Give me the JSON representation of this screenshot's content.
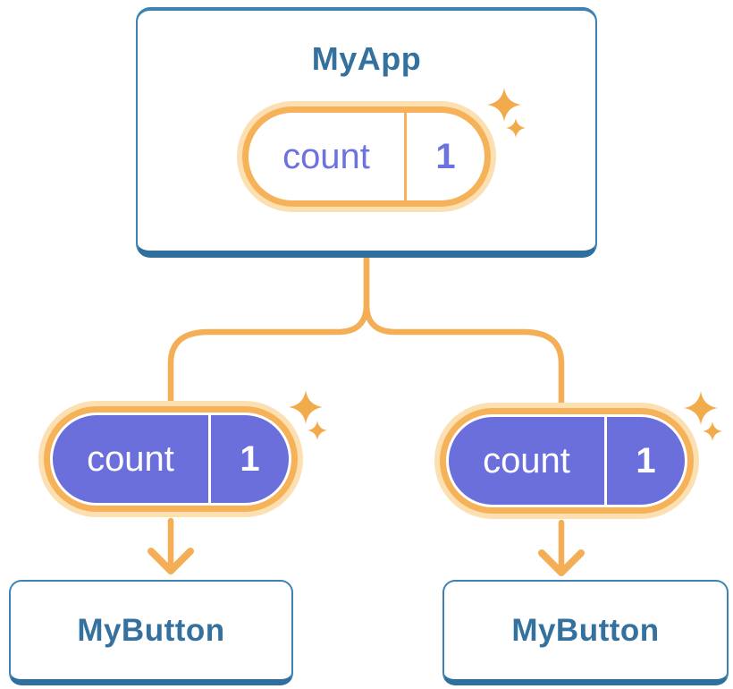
{
  "root_node": {
    "title": "MyApp",
    "state": {
      "name": "count",
      "value": "1"
    }
  },
  "child_nodes": [
    {
      "title": "MyButton",
      "state": {
        "name": "count",
        "value": "1"
      }
    },
    {
      "title": "MyButton",
      "state": {
        "name": "count",
        "value": "1"
      }
    }
  ],
  "icons": {
    "sparkle": "sparkle-icon"
  },
  "colors": {
    "card_border": "#3d82b0",
    "card_shadow": "#2f6f9e",
    "title_text": "#35719e",
    "ring_orange": "#f6b258",
    "ring_peach": "#fce0b2",
    "line_orange": "#f3ae56",
    "sparkle_orange": "#f2ab4a",
    "state_purple": "#6a6fdb",
    "state_text": "#6c73df"
  }
}
